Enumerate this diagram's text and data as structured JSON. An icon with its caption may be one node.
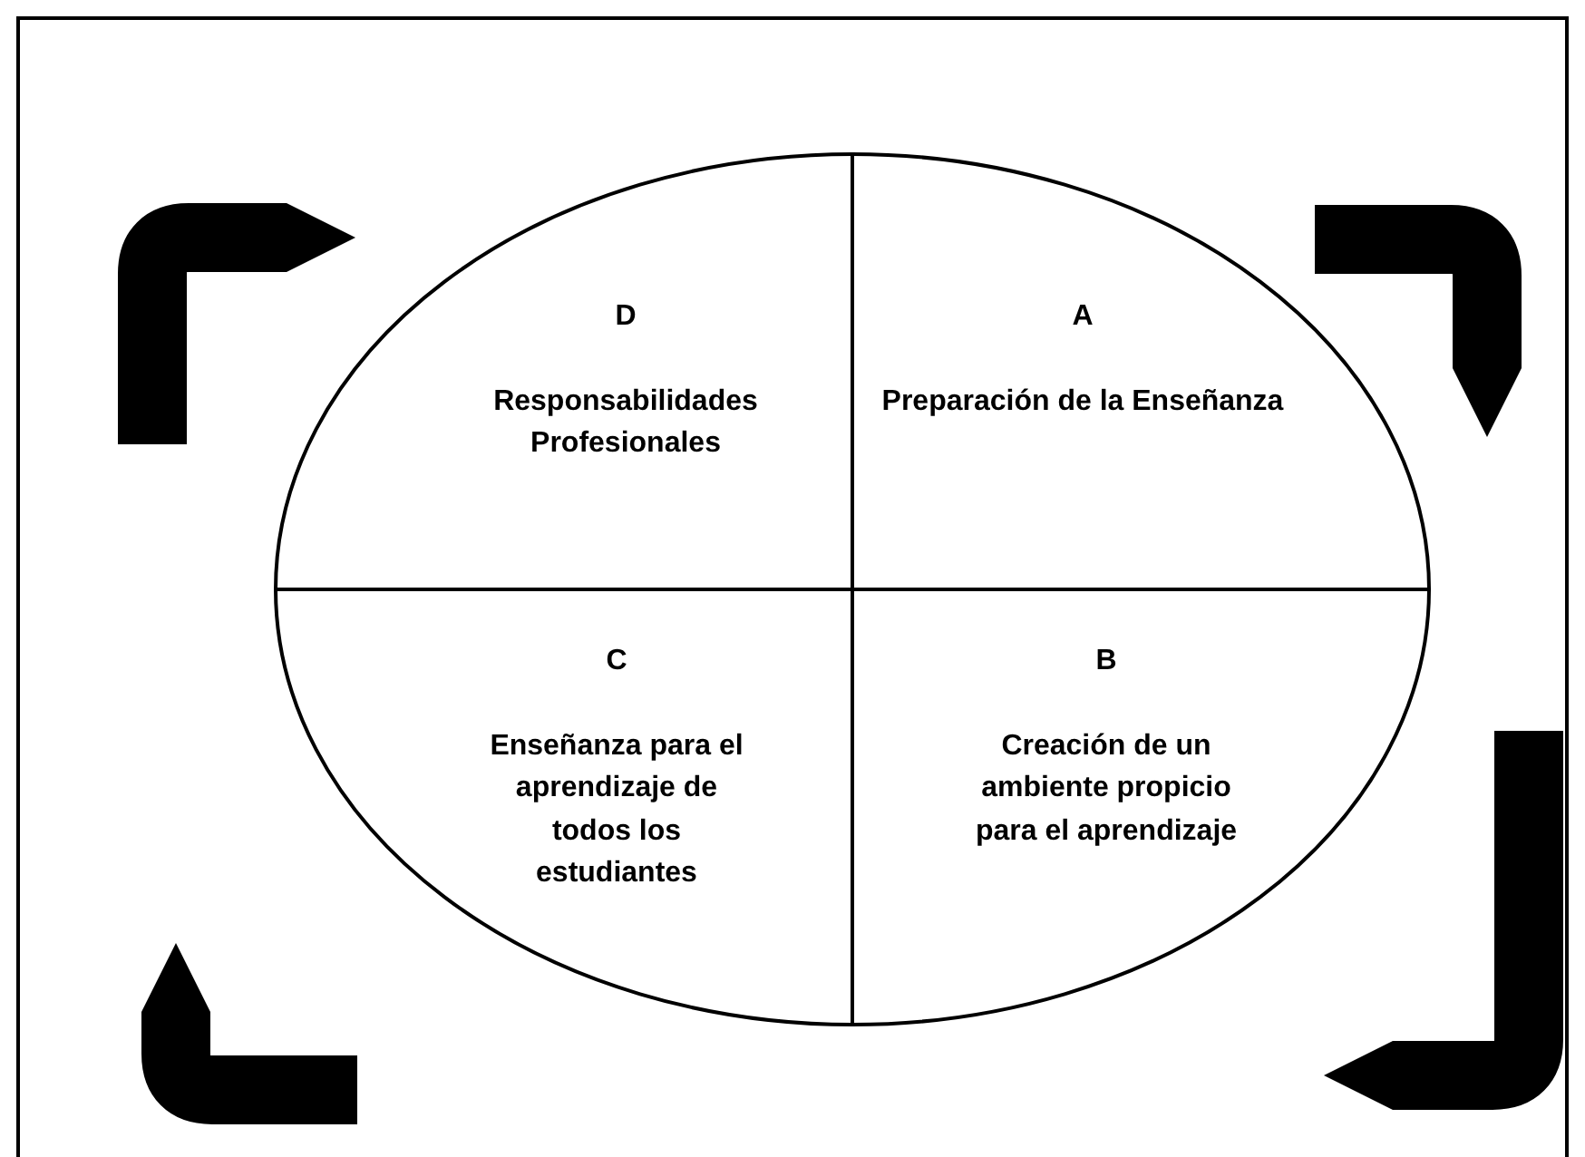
{
  "diagram": {
    "nodes": [
      {
        "text": [
          "D",
          "Responsabilidades Profesionales"
        ]
      },
      {
        "text": [
          "A",
          "Preparación de la Enseñanza"
        ]
      },
      {
        "text": [
          "C",
          "Enseñanza para el aprendizaje de todos los estudiantes"
        ]
      },
      {
        "text": [
          "B",
          "Creación de un ambiente propicio para el aprendizaje"
        ]
      }
    ]
  }
}
